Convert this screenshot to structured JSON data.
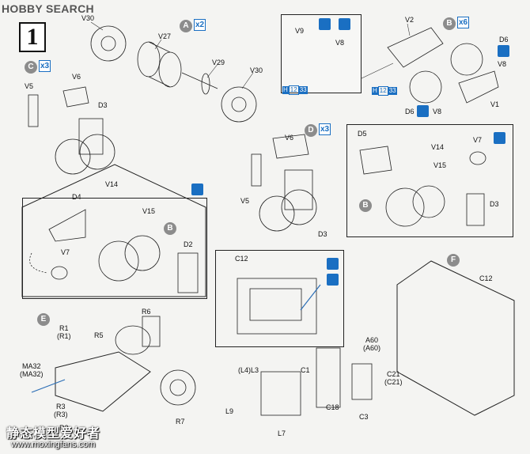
{
  "logo": {
    "text": "HOBBY SEARCH"
  },
  "step": {
    "number": "1"
  },
  "parts": {
    "v30_top": "V30",
    "v27": "V27",
    "v29": "V29",
    "v30_right": "V30",
    "v5_a": "V5",
    "v6_a": "V6",
    "d3_a": "D3",
    "v14_a": "V14",
    "v15_a": "V15",
    "d4": "D4",
    "d2": "D2",
    "v7_a": "V7",
    "v9": "V9",
    "v8_a": "V8",
    "v2": "V2",
    "d6_a": "D6",
    "v8_b": "V8",
    "d6_b": "D6",
    "v8_c": "V8",
    "v1": "V1",
    "v6_d": "V6",
    "v5_d": "V5",
    "d3_d": "D3",
    "d5": "D5",
    "v14_b": "V14",
    "v15_b": "V15",
    "v7_b": "V7",
    "d3_b": "D3",
    "c12_a": "C12",
    "c12_f": "C12",
    "r6": "R6",
    "r1": "R1",
    "r1_alt": "(R1)",
    "r5": "R5",
    "ma32": "MA32",
    "ma32_alt": "(MA32)",
    "r3": "R3",
    "r3_alt": "(R3)",
    "r2": "R2",
    "r7": "R7",
    "l4l3": "(L4)L3",
    "c1": "C1",
    "l9": "L9",
    "c18": "C18",
    "c3": "C3",
    "l7": "L7",
    "a60": "A60",
    "a60_alt": "(A60)",
    "c21": "C21",
    "c21_alt": "(C21)"
  },
  "subassemblies": {
    "a": {
      "letter": "A",
      "count": "x2"
    },
    "b": {
      "letter": "B",
      "count": "x6"
    },
    "c": {
      "letter": "C",
      "count": "x3"
    },
    "d": {
      "letter": "D",
      "count": "x3"
    },
    "b_ref1": {
      "letter": "B"
    },
    "b_ref2": {
      "letter": "B"
    },
    "e": {
      "letter": "E"
    },
    "f": {
      "letter": "F"
    }
  },
  "paint_codes": {
    "left": {
      "h": "H",
      "n1": "12",
      "n2": "33"
    },
    "right": {
      "h": "H",
      "n1": "12",
      "n2": "33"
    }
  },
  "watermark": {
    "cn": "静态模型爱好者",
    "url": "www.moxingfans.com"
  }
}
